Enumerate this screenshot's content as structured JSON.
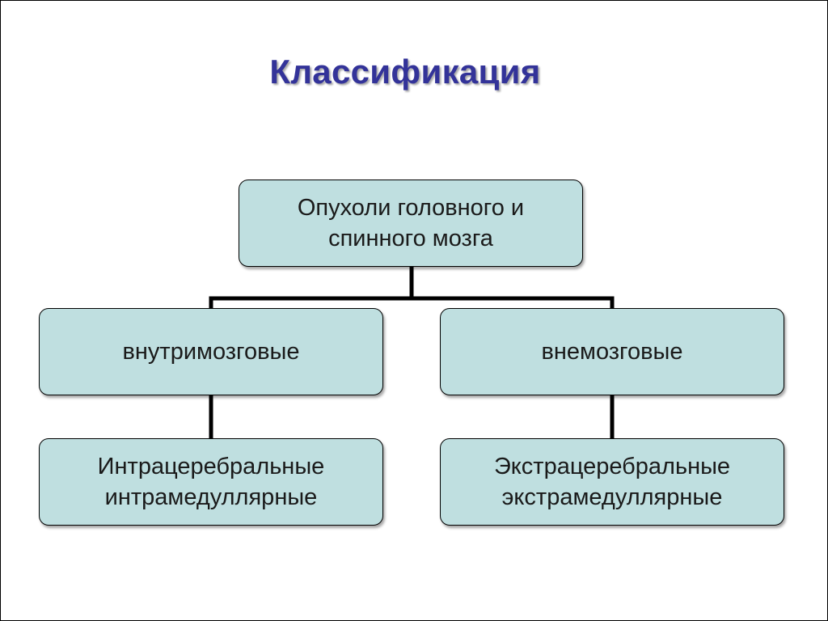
{
  "title": "Классификация",
  "nodes": {
    "root": {
      "lines": [
        "Опухоли головного и",
        "спинного мозга"
      ]
    },
    "intra": {
      "lines": [
        "внутримозговые"
      ]
    },
    "extra": {
      "lines": [
        "внемозговые"
      ]
    },
    "intra_sub": {
      "lines": [
        "Интрацеребральные",
        "интрамедуллярные"
      ]
    },
    "extra_sub": {
      "lines": [
        "Экстрацеребральные",
        "экстрамедуллярные"
      ]
    }
  },
  "colors": {
    "title": "#333399",
    "box_fill": "#bfdfe0",
    "box_border": "#000000",
    "connector": "#000000"
  }
}
